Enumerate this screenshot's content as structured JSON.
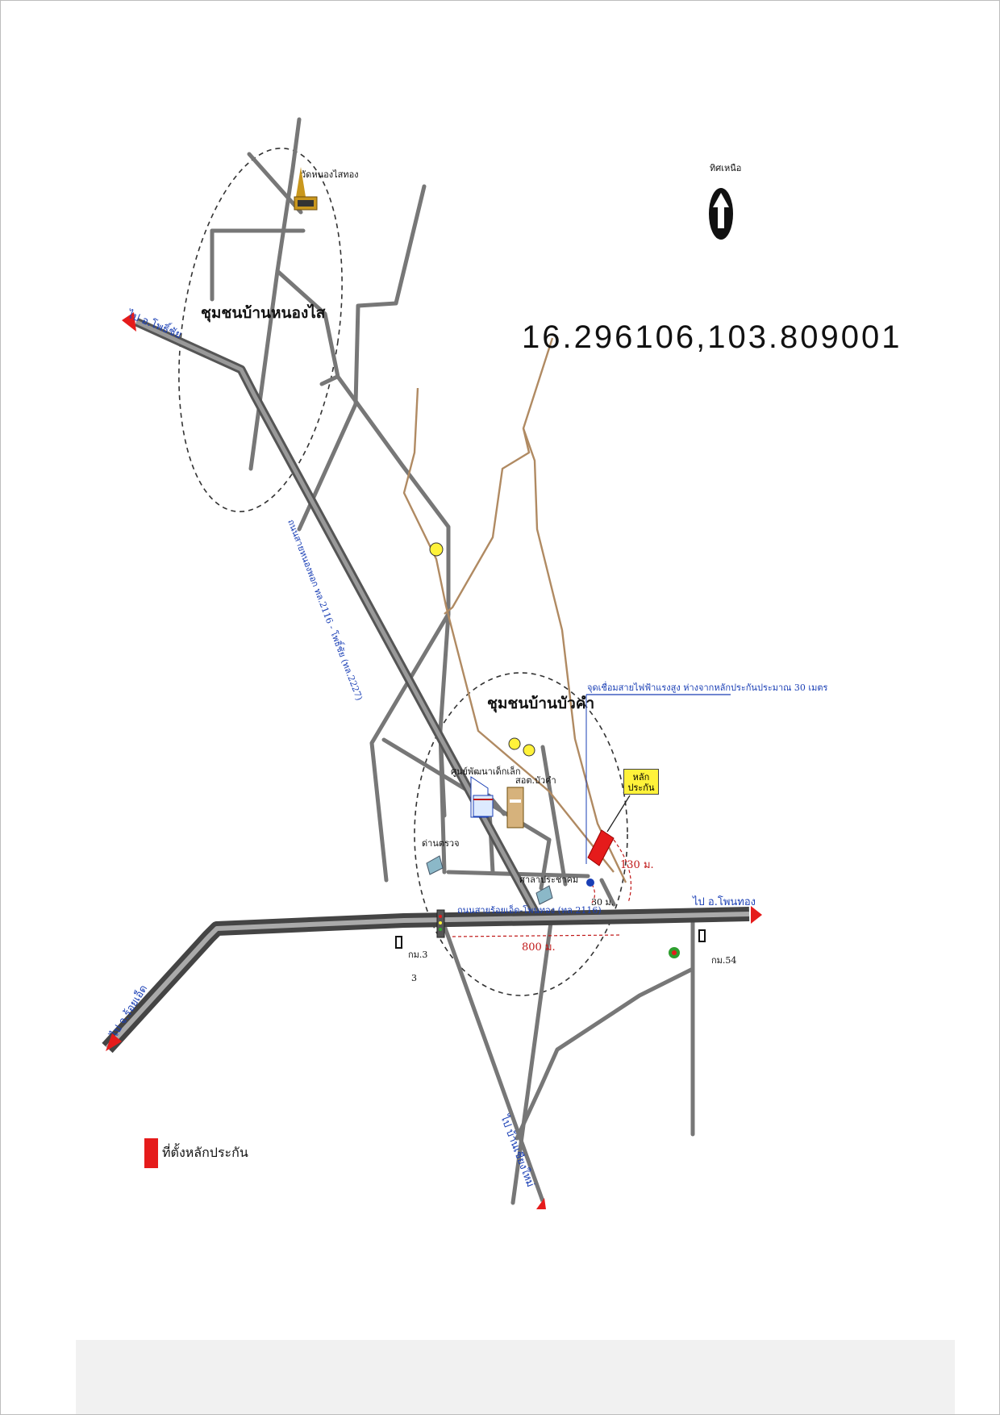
{
  "coordinates": "16.296106,103.809001",
  "north": {
    "label": "ทิศเหนือ",
    "icon": "north-arrow-icon"
  },
  "communities": {
    "nong_sai": "ชุมชนบ้านหนองไส",
    "bua_kham": "ชุมชนบ้านบัวคำ"
  },
  "landmarks": {
    "temple": "วัดหนองไสทอง",
    "child_center": "ศูนย์พัฒนาเด็กเล็ก",
    "health_station": "สอต.บัวคำ",
    "village_hall": "ศาลาประชาคม",
    "checkpoint": "ด่านตรวจ",
    "km3": "กม.3",
    "km3_num": "3",
    "km54": "กม.54"
  },
  "roads": {
    "to_phon_thong": "ไป อ.โพนทอง",
    "to_roi_et": "ไป จ.ร้อยเอ็ด",
    "to_phon_chai": "ไป อ.โพธิ์ชัย",
    "to_nong_phok": "ไป บ้านเชียงใหม่",
    "highway_2116": "ถนนสายร้อยเอ็ด-โพนทอง (ทล.2116)",
    "highway_2116_2": "ถนนสายหนองพอก ทล.2116 - โพธิ์ชัย (ทล.2227)"
  },
  "annotations": {
    "power_line": "จุดเชื่อมสายไฟฟ้าแรงสูง ห่างจากหลักประกันประมาณ 30 เมตร",
    "collateral_callout": "หลักประกัน",
    "dist_130": "130 ม.",
    "dist_30": "30 ม.",
    "dist_800": "800 ม."
  },
  "legend": {
    "label": "ที่ตั้งหลักประกัน",
    "color": "#e51b1b"
  },
  "colors": {
    "road": "#777777",
    "dirt_road": "#b08a62",
    "water": "#1a3fb5",
    "collateral": "#e51b1b",
    "pin": "#fff23a"
  }
}
